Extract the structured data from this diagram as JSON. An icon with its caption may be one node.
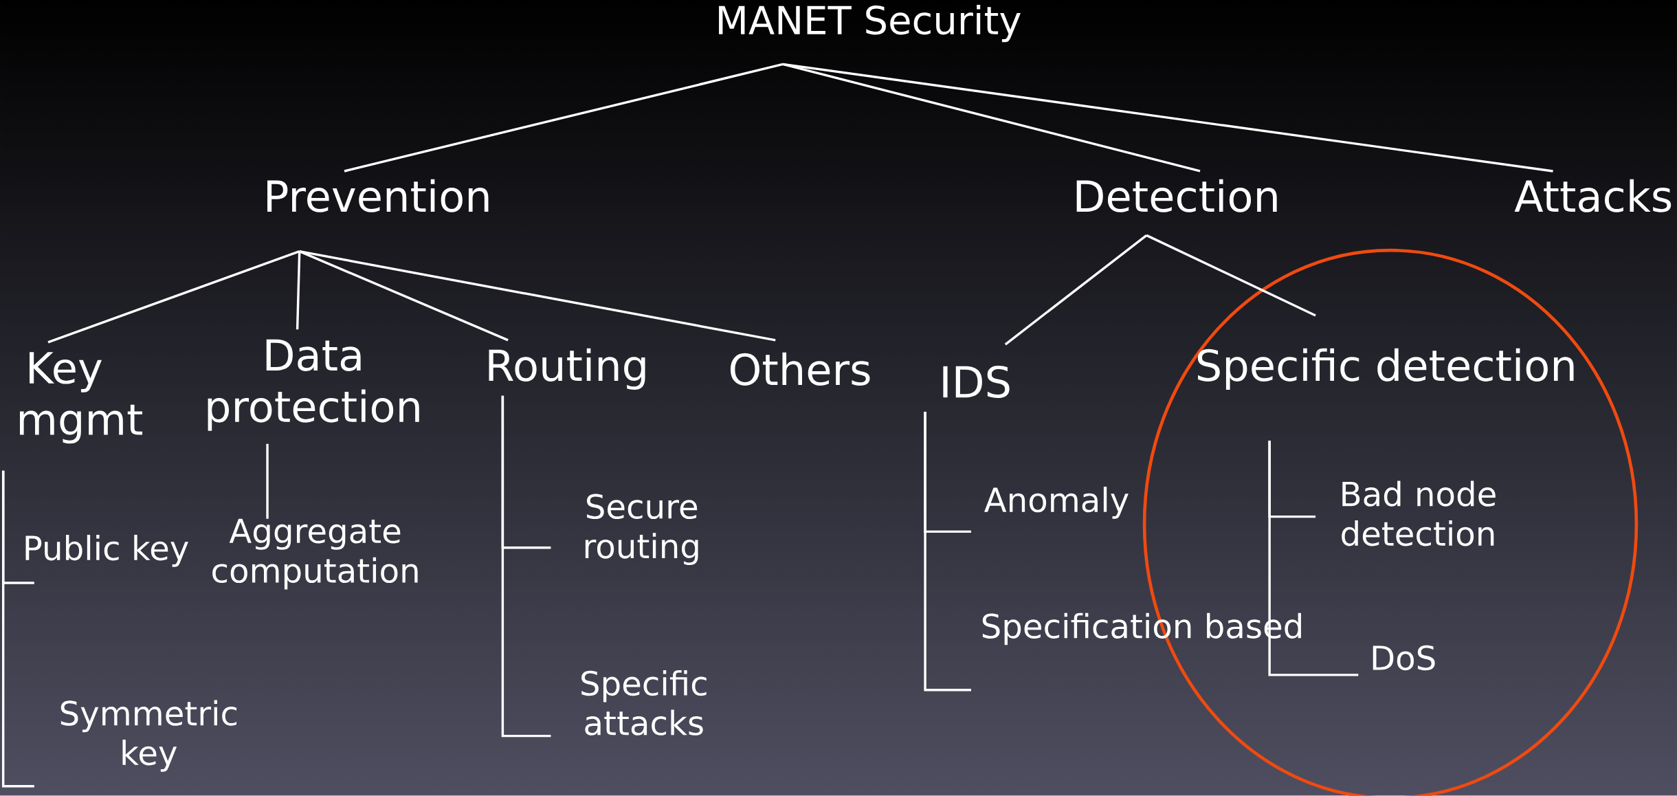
{
  "diagram": {
    "nodes": [
      {
        "text": [
          "MANET Security"
        ]
      },
      {
        "text": [
          "Prevention"
        ]
      },
      {
        "text": [
          "Detection"
        ]
      },
      {
        "text": [
          "Attacks"
        ]
      },
      {
        "text": [
          "Key mgmt"
        ]
      },
      {
        "text": [
          "Data protection"
        ]
      },
      {
        "text": [
          "Routing"
        ]
      },
      {
        "text": [
          "Others"
        ]
      },
      {
        "text": [
          "IDS"
        ]
      },
      {
        "text": [
          "Specific detection"
        ]
      },
      {
        "text": [
          "Public key"
        ]
      },
      {
        "text": [
          "Aggregate computation"
        ]
      },
      {
        "text": [
          "Secure routing"
        ]
      },
      {
        "text": [
          "Specific attacks"
        ]
      },
      {
        "text": [
          "Anomaly"
        ]
      },
      {
        "text": [
          "Specification based"
        ]
      },
      {
        "text": [
          "Bad node detection"
        ]
      },
      {
        "text": [
          "DoS"
        ]
      },
      {
        "text": [
          "Symmetric key"
        ]
      }
    ],
    "edges": [
      {
        "from": 0,
        "to": 1,
        "arrow": "none"
      },
      {
        "from": 0,
        "to": 2,
        "arrow": "none"
      },
      {
        "from": 0,
        "to": 3,
        "arrow": "none"
      },
      {
        "from": 1,
        "to": 4,
        "arrow": "none"
      },
      {
        "from": 1,
        "to": 5,
        "arrow": "none"
      },
      {
        "from": 1,
        "to": 6,
        "arrow": "none"
      },
      {
        "from": 1,
        "to": 7,
        "arrow": "none"
      },
      {
        "from": 2,
        "to": 8,
        "arrow": "none"
      },
      {
        "from": 2,
        "to": 9,
        "arrow": "none"
      },
      {
        "from": 4,
        "to": 10,
        "arrow": "none"
      },
      {
        "from": 4,
        "to": 18,
        "arrow": "none"
      },
      {
        "from": 5,
        "to": 11,
        "arrow": "none"
      },
      {
        "from": 6,
        "to": 12,
        "arrow": "none"
      },
      {
        "from": 6,
        "to": 13,
        "arrow": "none"
      },
      {
        "from": 8,
        "to": 14,
        "arrow": "none"
      },
      {
        "from": 8,
        "to": 15,
        "arrow": "none"
      },
      {
        "from": 9,
        "to": 16,
        "arrow": "none"
      },
      {
        "from": 9,
        "to": 17,
        "arrow": "none"
      }
    ]
  }
}
